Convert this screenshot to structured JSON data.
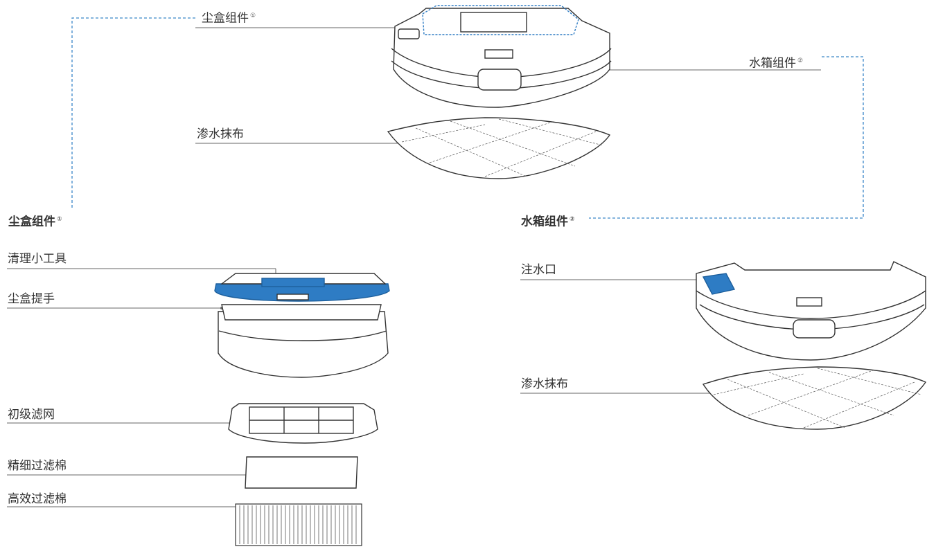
{
  "labels": {
    "dustbin_top": {
      "text": "尘盒组件",
      "note": "①"
    },
    "watertank_top": {
      "text": "水箱组件",
      "note": "②"
    },
    "mop_top": {
      "text": "渗水抹布"
    },
    "dustbin_title": {
      "text": "尘盒组件",
      "note": "①"
    },
    "watertank_title": {
      "text": "水箱组件",
      "note": "②"
    },
    "cleaning_tool": {
      "text": "清理小工具"
    },
    "dustbin_handle": {
      "text": "尘盒提手"
    },
    "primary_filter": {
      "text": "初级滤网"
    },
    "fine_sponge": {
      "text": "精细过滤棉"
    },
    "hepa_filter": {
      "text": "高效过滤棉"
    },
    "water_inlet": {
      "text": "注水口"
    },
    "mop_right": {
      "text": "渗水抹布"
    }
  },
  "colors": {
    "accent": "#2e7cc4",
    "dashed": "#3a86c8",
    "line": "#666666",
    "stroke": "#333333"
  }
}
